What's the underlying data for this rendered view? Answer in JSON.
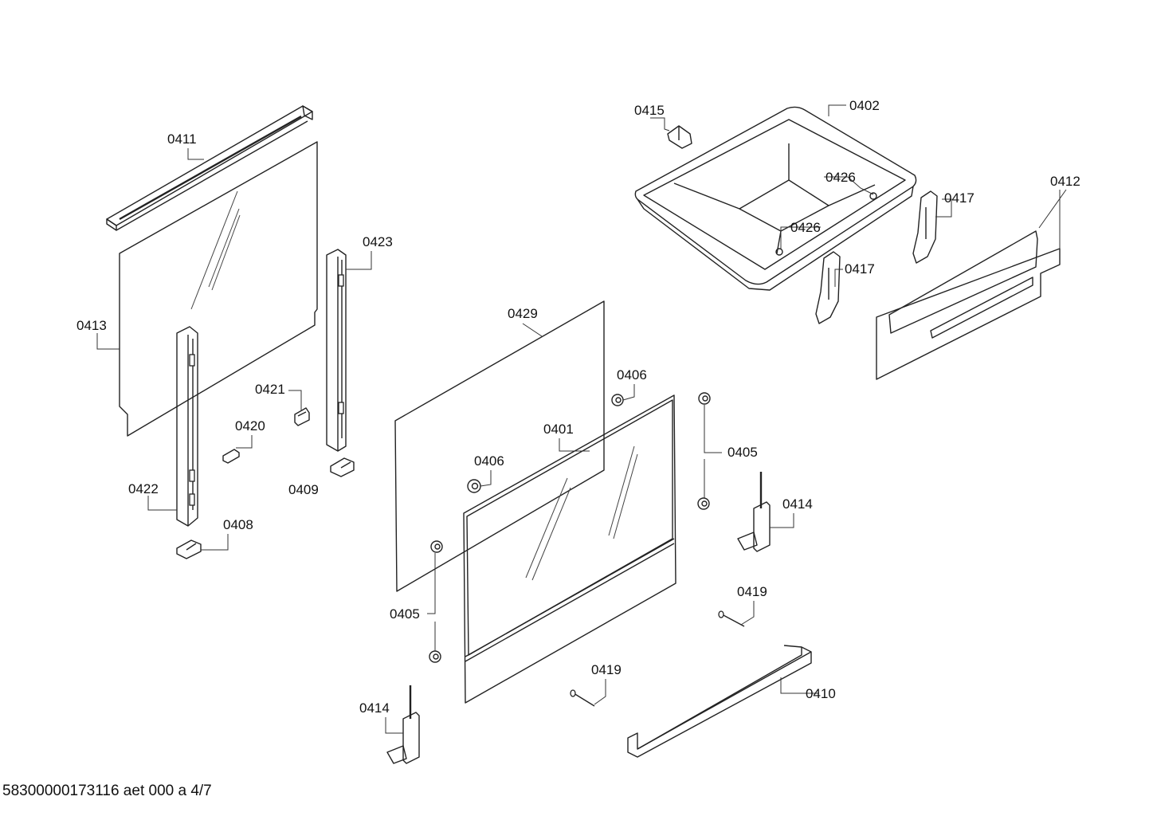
{
  "labels": {
    "p0411": "0411",
    "p0413": "0413",
    "p0423": "0423",
    "p0421": "0421",
    "p0420": "0420",
    "p0422": "0422",
    "p0408": "0408",
    "p0409": "0409",
    "p0415": "0415",
    "p0402": "0402",
    "p0426a": "0426",
    "p0426b": "0426",
    "p0417a": "0417",
    "p0417b": "0417",
    "p0412": "0412",
    "p0429": "0429",
    "p0406a": "0406",
    "p0406b": "0406",
    "p0401": "0401",
    "p0405a": "0405",
    "p0405b": "0405",
    "p0414a": "0414",
    "p0414b": "0414",
    "p0419a": "0419",
    "p0419b": "0419",
    "p0410": "0410"
  },
  "footer": "58300000173116 aet 000 a 4/7"
}
